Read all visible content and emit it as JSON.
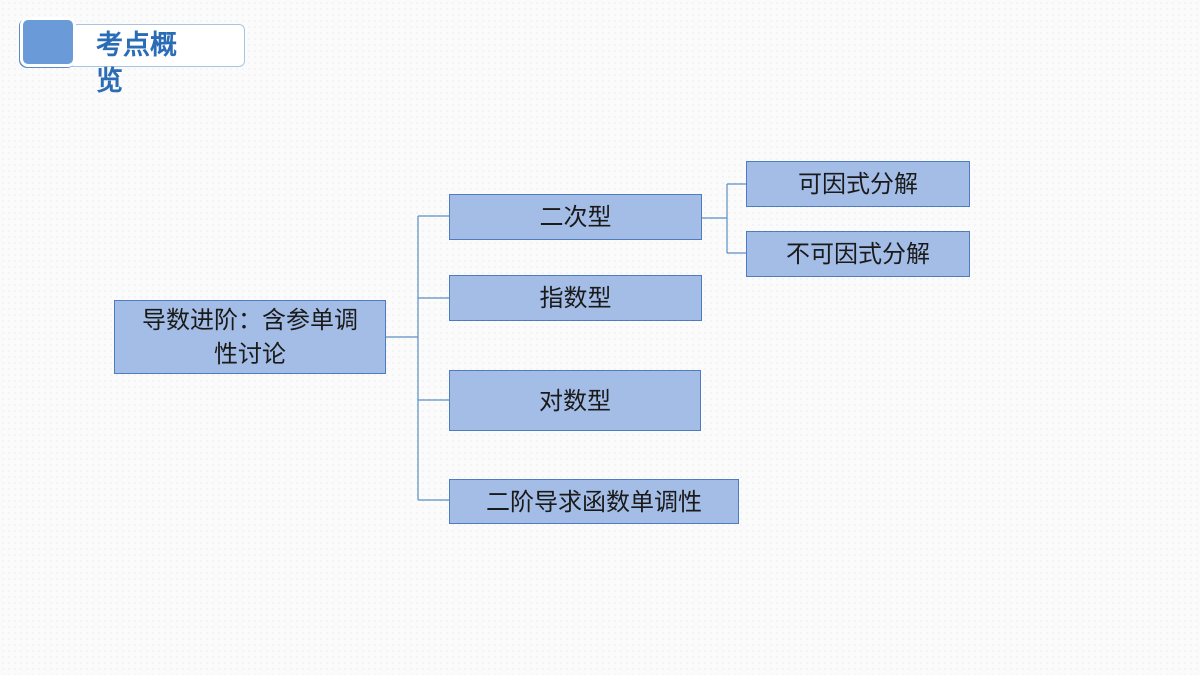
{
  "header": {
    "title": "考点概览"
  },
  "diagram": {
    "root": "导数进阶：含参单调性讨论",
    "branches": [
      {
        "label": "二次型",
        "children": [
          "可因式分解",
          "不可因式分解"
        ]
      },
      {
        "label": "指数型",
        "children": []
      },
      {
        "label": "对数型",
        "children": []
      },
      {
        "label": "二阶导求函数单调性",
        "children": []
      }
    ]
  },
  "colors": {
    "node_fill": "#a4bde6",
    "node_border": "#4f7cc0",
    "connector": "#5b8ec4",
    "title": "#2a6cb5",
    "accent_square": "#6a9bd8"
  }
}
